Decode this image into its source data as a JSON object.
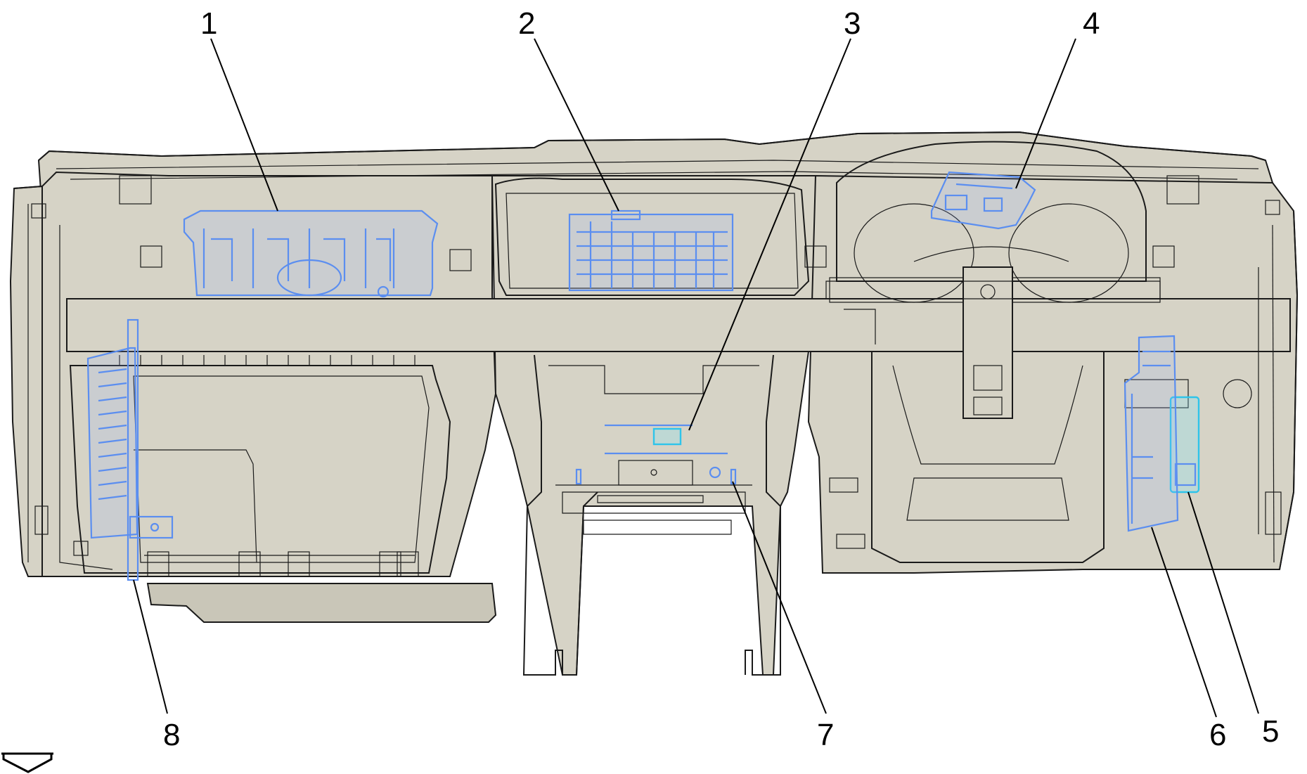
{
  "diagram": {
    "callouts": [
      {
        "id": "1",
        "label": "1"
      },
      {
        "id": "2",
        "label": "2"
      },
      {
        "id": "3",
        "label": "3"
      },
      {
        "id": "4",
        "label": "4"
      },
      {
        "id": "5",
        "label": "5"
      },
      {
        "id": "6",
        "label": "6"
      },
      {
        "id": "7",
        "label": "7"
      },
      {
        "id": "8",
        "label": "8"
      }
    ],
    "colors": {
      "panel_fill": "#d6d3c6",
      "outline": "#1a1a1a",
      "component_highlight": "#5b8ef0",
      "component_highlight_alt": "#2ec4ea"
    },
    "icons": [
      "front-direction-arrow-icon"
    ]
  }
}
